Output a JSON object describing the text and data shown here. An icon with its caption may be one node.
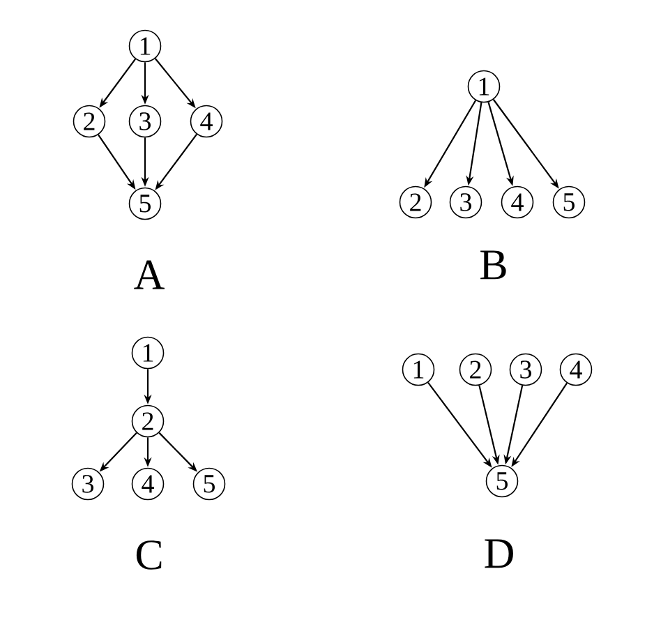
{
  "diagram": {
    "nodes": [
      {
        "text": [
          "1"
        ]
      },
      {
        "text": [
          "2"
        ]
      },
      {
        "text": [
          "3"
        ]
      },
      {
        "text": [
          "4"
        ]
      },
      {
        "text": [
          "5"
        ]
      },
      {
        "text": [
          "1"
        ]
      },
      {
        "text": [
          "2"
        ]
      },
      {
        "text": [
          "3"
        ]
      },
      {
        "text": [
          "4"
        ]
      },
      {
        "text": [
          "5"
        ]
      },
      {
        "text": [
          "1"
        ]
      },
      {
        "text": [
          "2"
        ]
      },
      {
        "text": [
          "3"
        ]
      },
      {
        "text": [
          "4"
        ]
      },
      {
        "text": [
          "5"
        ]
      },
      {
        "text": [
          "1"
        ]
      },
      {
        "text": [
          "2"
        ]
      },
      {
        "text": [
          "3"
        ]
      },
      {
        "text": [
          "4"
        ]
      },
      {
        "text": [
          "5"
        ]
      }
    ],
    "edges": [
      {
        "from": 0,
        "to": 1,
        "arrow": "to"
      },
      {
        "from": 0,
        "to": 2,
        "arrow": "to"
      },
      {
        "from": 0,
        "to": 3,
        "arrow": "to"
      },
      {
        "from": 1,
        "to": 4,
        "arrow": "to"
      },
      {
        "from": 2,
        "to": 4,
        "arrow": "to"
      },
      {
        "from": 3,
        "to": 4,
        "arrow": "to"
      },
      {
        "from": 5,
        "to": 6,
        "arrow": "to"
      },
      {
        "from": 5,
        "to": 7,
        "arrow": "to"
      },
      {
        "from": 5,
        "to": 8,
        "arrow": "to"
      },
      {
        "from": 5,
        "to": 9,
        "arrow": "to"
      },
      {
        "from": 10,
        "to": 11,
        "arrow": "to"
      },
      {
        "from": 11,
        "to": 12,
        "arrow": "to"
      },
      {
        "from": 11,
        "to": 13,
        "arrow": "to"
      },
      {
        "from": 11,
        "to": 14,
        "arrow": "to"
      },
      {
        "from": 15,
        "to": 19,
        "arrow": "to"
      },
      {
        "from": 16,
        "to": 19,
        "arrow": "to"
      },
      {
        "from": 17,
        "to": 19,
        "arrow": "to"
      },
      {
        "from": 18,
        "to": 19,
        "arrow": "to"
      }
    ],
    "labels": [
      "A",
      "B",
      "C",
      "D"
    ]
  }
}
